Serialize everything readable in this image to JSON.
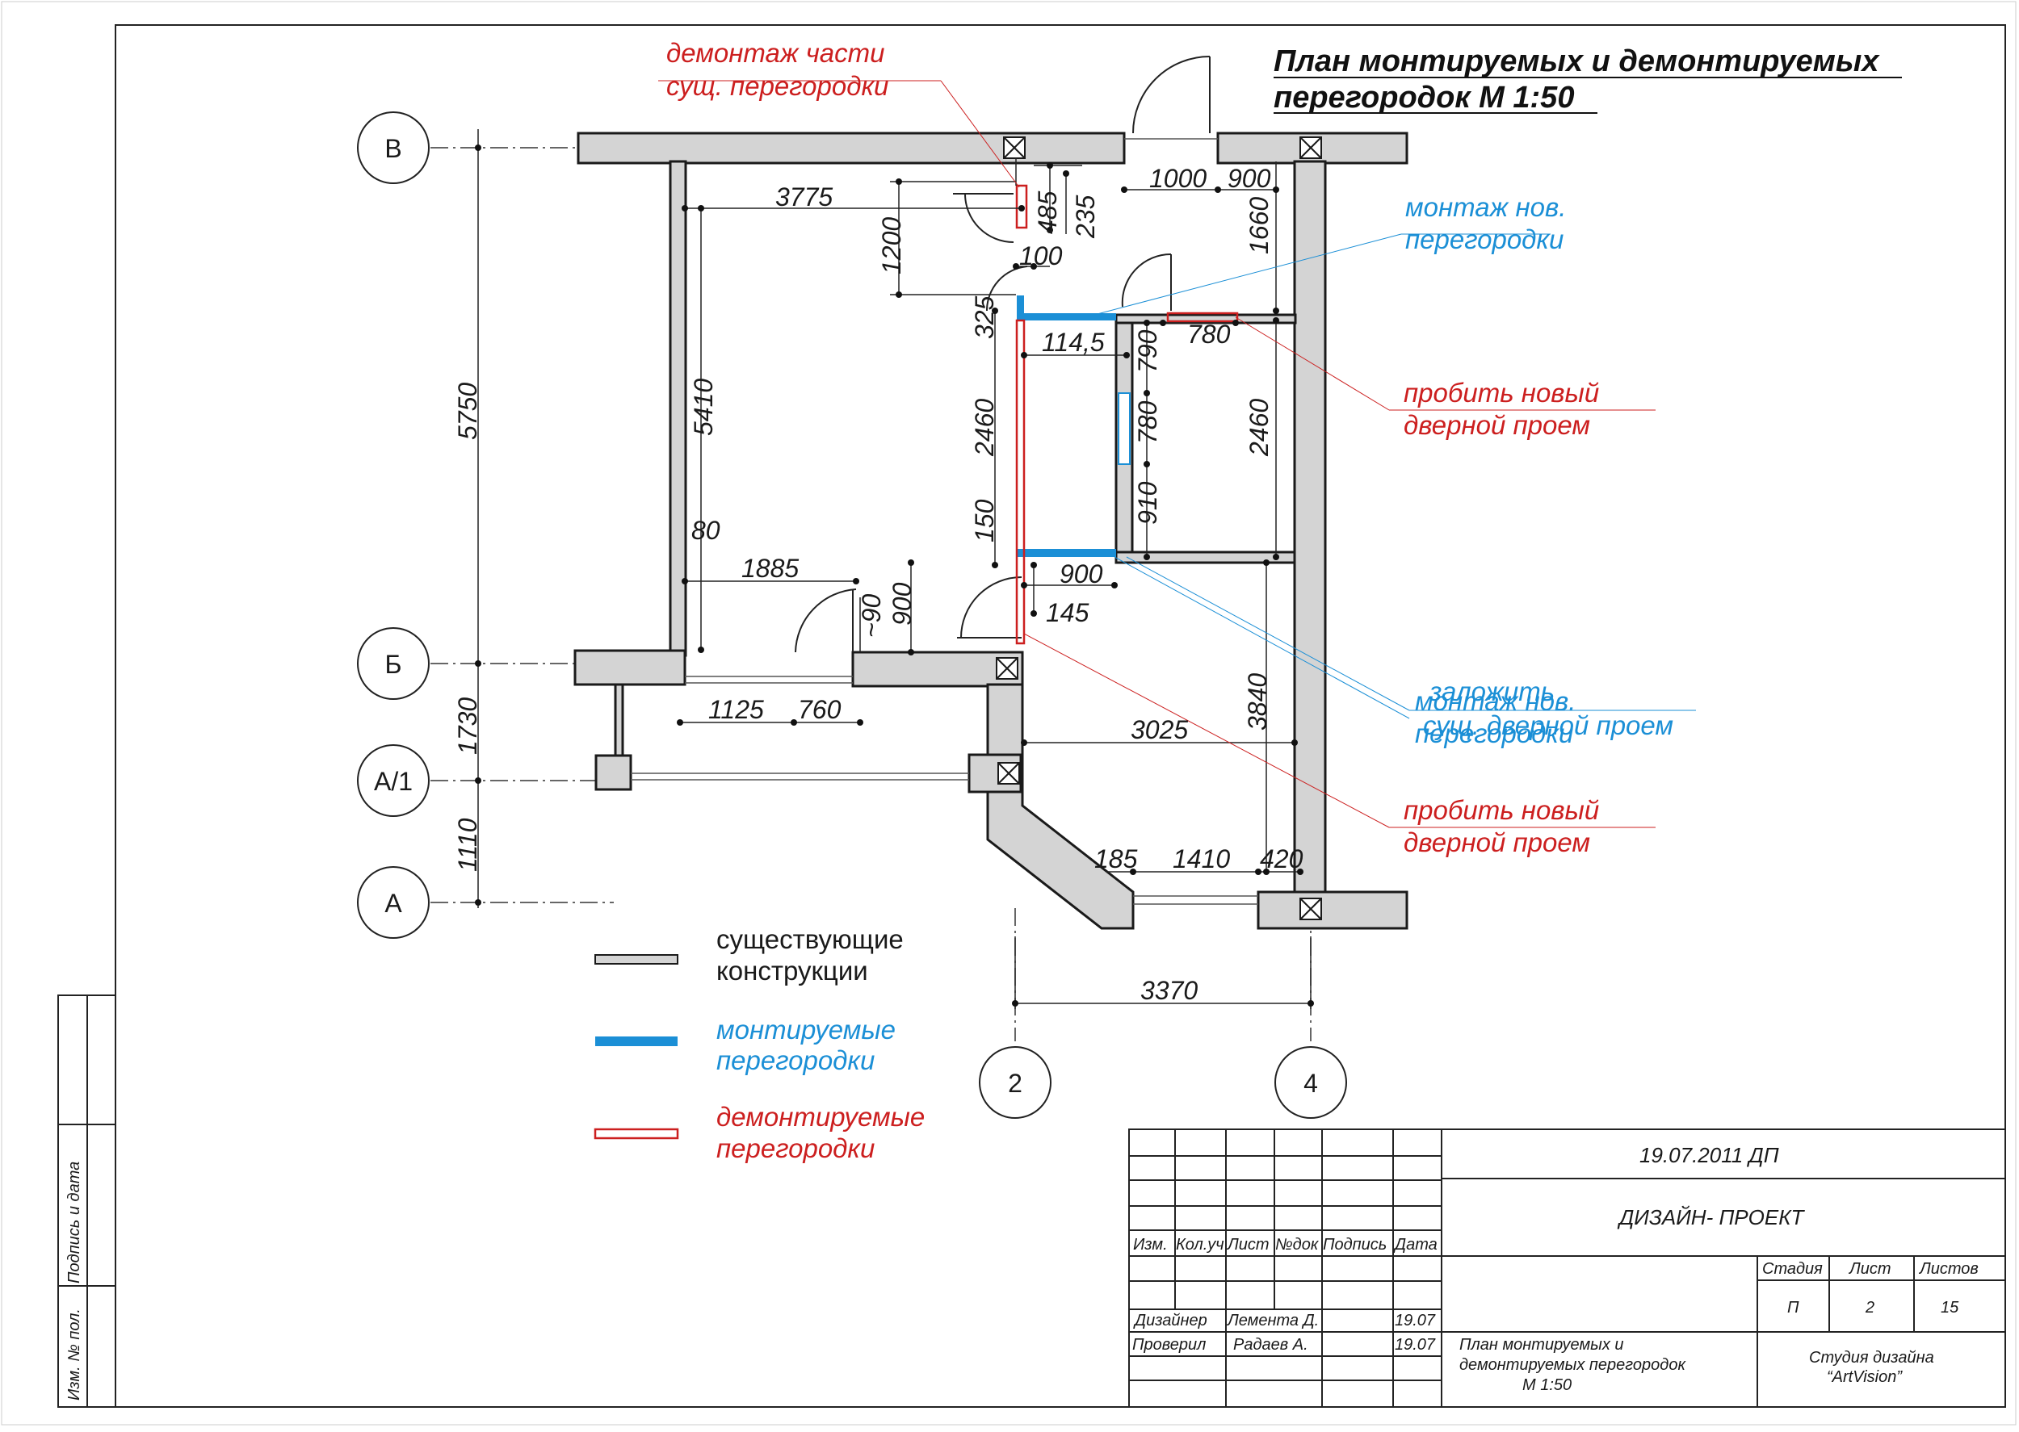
{
  "title": {
    "line1": "План монтируемых и демонтируемых",
    "line2": "перегородок  М 1:50"
  },
  "axes": {
    "B": "В",
    "Bsoft": "Б",
    "A1": "А/1",
    "A": "А",
    "ax2": "2",
    "ax4": "4"
  },
  "dims": {
    "d3775": "3775",
    "d1000": "1000",
    "d900top": "900",
    "d485": "485",
    "d235": "235",
    "d1200": "1200",
    "d100": "100",
    "d1660": "1660",
    "d325": "325",
    "d1145": "114,5",
    "d780top": "780",
    "d790": "790",
    "d780mid": "780",
    "d910": "910",
    "d2460left": "2460",
    "d2460right": "2460",
    "d5750": "5750",
    "d5410": "5410",
    "d150": "150",
    "d80": "80",
    "d1885": "1885",
    "d90": "~90",
    "d900v": "900",
    "d900h": "900",
    "d145": "145",
    "d1125": "1125",
    "d760": "760",
    "d3025": "3025",
    "d3840": "3840",
    "d1730": "1730",
    "d1110": "1110",
    "d185": "185",
    "d1410": "1410",
    "d420": "420",
    "d3370": "3370"
  },
  "notes": {
    "dem1": "демонтаж части",
    "dem2": "сущ. перегородки",
    "mont1": "монтаж нов.",
    "mont2": "перегородки",
    "prob1a": "пробить новый",
    "prob1b": "дверной проем",
    "zal1": "заложить",
    "zal2": "сущ. дверной проем",
    "mont3": "монтаж нов.",
    "mont4": "перегородки",
    "prob2a": "пробить новый",
    "prob2b": "дверной проем"
  },
  "legend": {
    "existing1": "существующие",
    "existing2": "конструкции",
    "mounted1": "монтируемые",
    "mounted2": "перегородки",
    "dismantled1": "демонтируемые",
    "dismantled2": "перегородки"
  },
  "stamp": {
    "side1": "Подпись и дата",
    "side2": "Изм. № пол.",
    "h_izm": "Изм.",
    "h_kol": "Кол.уч",
    "h_list": "Лист",
    "h_ndok": "№док",
    "h_podp": "Подпись",
    "h_data": "Дата",
    "r1_role": "Дизайнер",
    "r1_name": "Лемента Д.",
    "r1_date": "19.07",
    "r2_role": "Проверил",
    "r2_name": "Радаев А.",
    "r2_date": "19.07",
    "code": "19.07.2011   ДП",
    "project": "ДИЗАЙН- ПРОЕКТ",
    "h_stage": "Стадия",
    "h_sheet": "Лист",
    "h_sheets": "Листов",
    "stage": "П",
    "sheet": "2",
    "sheets": "15",
    "desc1": "План монтируемых и",
    "desc2": "демонтируемых перегородок",
    "desc3": "М 1:50",
    "studio1": "Студия дизайна",
    "studio2": "“ArtVision”"
  },
  "colors": {
    "existing_fill": "#d4d4d4",
    "mounted": "#1b8fd6",
    "dismantled": "#cc1f1f",
    "line": "#1a1a1a"
  }
}
